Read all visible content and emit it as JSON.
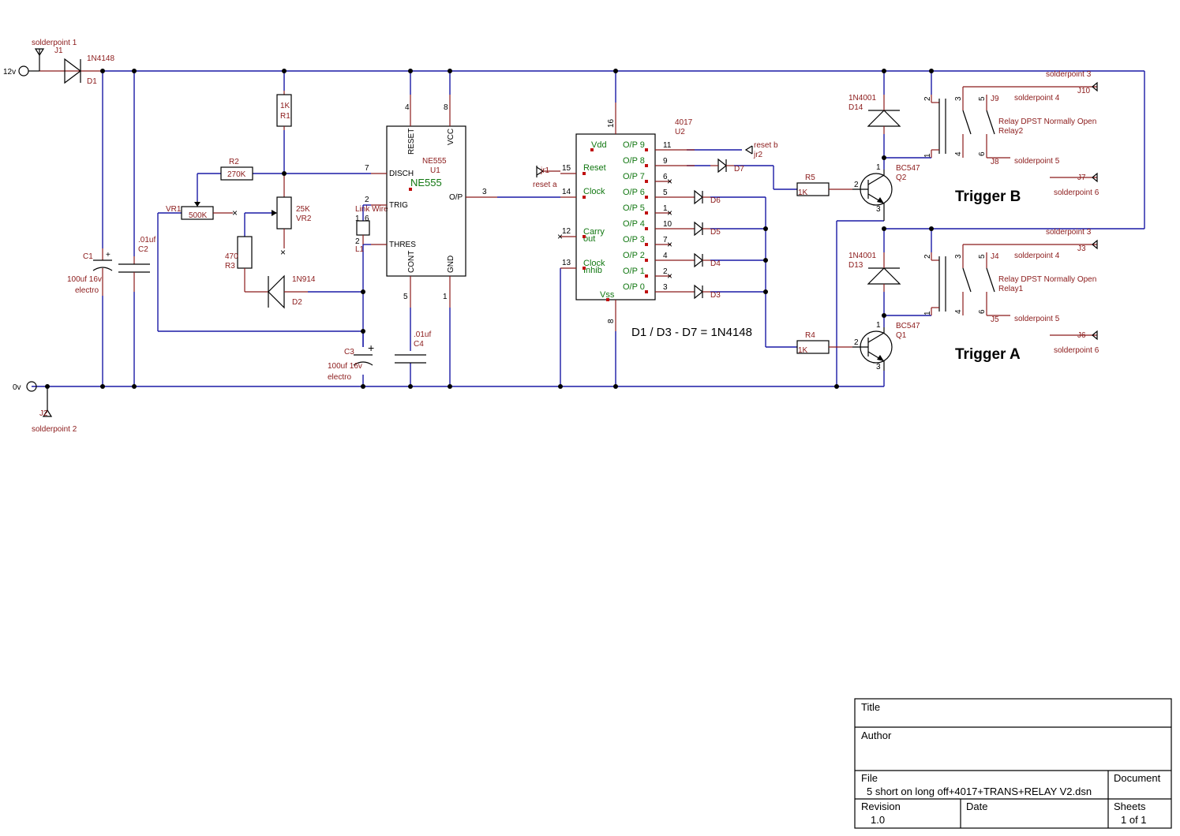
{
  "power": {
    "v12": "12v",
    "v0": "0v",
    "sp1": "solderpoint 1",
    "sp2": "solderpoint 2",
    "j1": "J1",
    "j2": "J2"
  },
  "d1": {
    "part": "1N4148",
    "ref": "D1"
  },
  "c1": {
    "ref": "C1",
    "value": "100uf 16v",
    "type": "electro"
  },
  "c2": {
    "value": ".01uf",
    "ref": "C2"
  },
  "c3": {
    "ref": "C3",
    "value": "100uf 16v",
    "type": "electro"
  },
  "c4": {
    "value": ".01uf",
    "ref": "C4"
  },
  "r1": {
    "value": "1K",
    "ref": "R1"
  },
  "r2": {
    "ref": "R2",
    "value": "270K"
  },
  "r3": {
    "value": "470",
    "ref": "R3"
  },
  "vr1": {
    "ref": "VR1",
    "value": "500K"
  },
  "vr2": {
    "value": "25K",
    "ref": "VR2"
  },
  "d2": {
    "part": "1N914",
    "ref": "D2"
  },
  "l1": {
    "label": "Link Wire",
    "ref": "L1",
    "pin1": "1",
    "pin2": "2"
  },
  "u1": {
    "name": "NE555",
    "ref": "U1",
    "body_label": "NE555",
    "pins": {
      "reset": "RESET",
      "vcc": "VCC",
      "disch": "DISCH",
      "trig": "TRIG",
      "thres": "THRES",
      "op": "O/P",
      "cont": "CONT",
      "gnd": "GND"
    },
    "pin_numbers": {
      "reset": "4",
      "vcc": "8",
      "disch": "7",
      "trig": "2",
      "thres": "6",
      "op": "3",
      "cont": "5",
      "gnd": "1"
    }
  },
  "u2": {
    "name": "4017",
    "ref": "U2",
    "left_pins": {
      "vdd": "Vdd",
      "reset": "Reset",
      "clock": "Clock",
      "carry_1": "Carry",
      "carry_2": "out",
      "clk_inh_1": "Clock",
      "clk_inh_2": "Inhib",
      "vss": "Vss"
    },
    "left_nums": {
      "reset": "15",
      "clock": "14",
      "carry": "12",
      "inhib": "13",
      "vdd": "16",
      "vss": "8"
    },
    "outputs": [
      "O/P 9",
      "O/P 8",
      "O/P 7",
      "O/P 6",
      "O/P 5",
      "O/P 4",
      "O/P 3",
      "O/P 2",
      "O/P 1",
      "O/P 0"
    ],
    "output_nums": [
      "11",
      "9",
      "6",
      "5",
      "1",
      "10",
      "7",
      "4",
      "2",
      "3"
    ]
  },
  "jr1": {
    "ref": "jr1",
    "label": "reset a"
  },
  "jr2": {
    "ref": "jr2",
    "label": "reset b"
  },
  "diodes": {
    "d3": "D3",
    "d4": "D4",
    "d5": "D5",
    "d6": "D6",
    "d7": "D7"
  },
  "note": "D1 / D3 - D7 = 1N4148",
  "r4": {
    "ref": "R4",
    "value": "1K"
  },
  "r5": {
    "ref": "R5",
    "value": "1K"
  },
  "q1": {
    "part": "BC547",
    "ref": "Q1"
  },
  "q2": {
    "part": "BC547",
    "ref": "Q2"
  },
  "d13": {
    "part": "1N4001",
    "ref": "D13"
  },
  "d14": {
    "part": "1N4001",
    "ref": "D14"
  },
  "relay1": {
    "desc": "Relay DPST Normally Open",
    "ref": "Relay1"
  },
  "relay2": {
    "desc": "Relay DPST Normally Open",
    "ref": "Relay2"
  },
  "trigger_a": "Trigger A",
  "trigger_b": "Trigger B",
  "conn_b": {
    "j10": "J10",
    "j9": "J9",
    "j8": "J8",
    "j7": "J7",
    "sp3": "solderpoint 3",
    "sp4": "solderpoint 4",
    "sp5": "solderpoint 5",
    "sp6": "solderpoint 6"
  },
  "conn_a": {
    "j3": "J3",
    "j4": "J4",
    "j5": "J5",
    "j6": "J6",
    "sp3": "solderpoint 3",
    "sp4": "solderpoint 4",
    "sp5": "solderpoint 5",
    "sp6": "solderpoint 6"
  },
  "pin_labels": {
    "p1": "1",
    "p2": "2",
    "p3": "3",
    "p4": "4",
    "p5": "5",
    "p6": "6"
  },
  "title_block": {
    "title_label": "Title",
    "title_value": "",
    "author_label": "Author",
    "author_value": "",
    "file_label": "File",
    "file_value": "5 short on long off+4017+TRANS+RELAY V2.dsn",
    "document_label": "Document",
    "revision_label": "Revision",
    "revision_value": "1.0",
    "date_label": "Date",
    "date_value": "",
    "sheets_label": "Sheets",
    "sheets_value": "1 of 1"
  }
}
